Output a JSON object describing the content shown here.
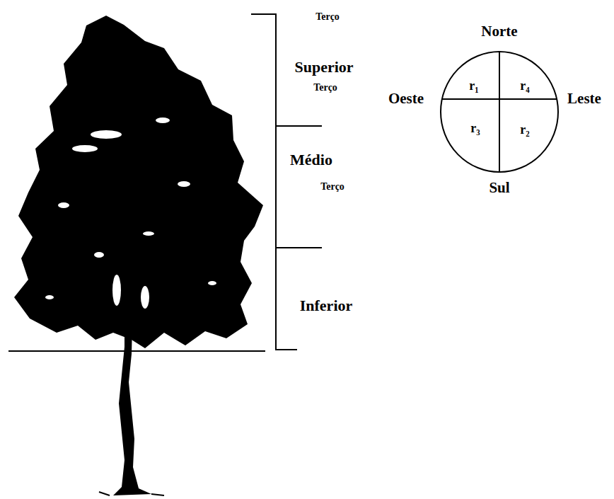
{
  "diagram": {
    "nodes": [
      {
        "text": [
          "r₁",
          "r₄",
          "r₃",
          "r₂"
        ]
      }
    ],
    "labels": [
      "Terço",
      "Superior",
      "Terço",
      "Médio",
      "Terço",
      "Inferior",
      "Norte",
      "Oeste",
      "Leste",
      "Sul"
    ]
  }
}
